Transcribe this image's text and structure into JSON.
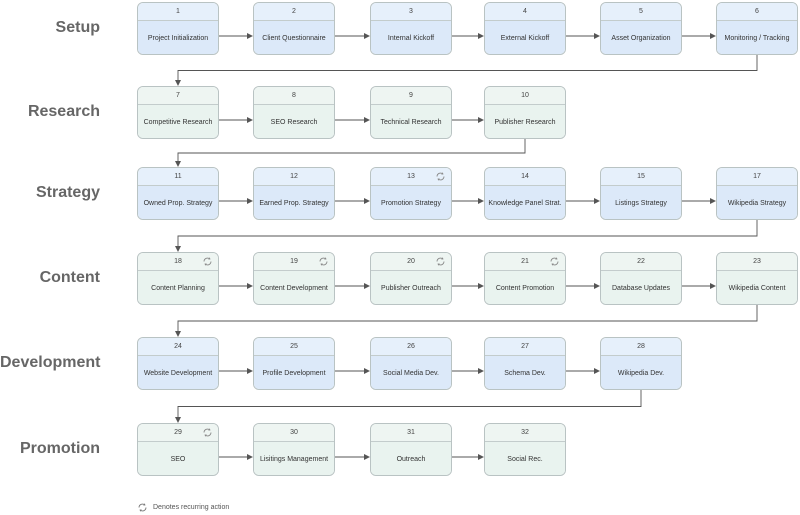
{
  "phases": [
    {
      "label": "Setup",
      "steps": [
        {
          "num": "1",
          "label": "Project Initialization",
          "recurring": false
        },
        {
          "num": "2",
          "label": "Client Questionnaire",
          "recurring": false
        },
        {
          "num": "3",
          "label": "Internal Kickoff",
          "recurring": false
        },
        {
          "num": "4",
          "label": "External Kickoff",
          "recurring": false
        },
        {
          "num": "5",
          "label": "Asset Organization",
          "recurring": false
        },
        {
          "num": "6",
          "label": "Monitoring / Tracking",
          "recurring": false
        }
      ]
    },
    {
      "label": "Research",
      "steps": [
        {
          "num": "7",
          "label": "Competitive Research",
          "recurring": false
        },
        {
          "num": "8",
          "label": "SEO Research",
          "recurring": false
        },
        {
          "num": "9",
          "label": "Technical Research",
          "recurring": false
        },
        {
          "num": "10",
          "label": "Publisher Research",
          "recurring": false
        }
      ]
    },
    {
      "label": "Strategy",
      "steps": [
        {
          "num": "11",
          "label": "Owned Prop. Strategy",
          "recurring": false
        },
        {
          "num": "12",
          "label": "Earned Prop. Strategy",
          "recurring": false
        },
        {
          "num": "13",
          "label": "Promotion Strategy",
          "recurring": true
        },
        {
          "num": "14",
          "label": "Knowledge Panel Strat.",
          "recurring": false
        },
        {
          "num": "15",
          "label": "Listings Strategy",
          "recurring": false
        },
        {
          "num": "17",
          "label": "Wikipedia Strategy",
          "recurring": false
        }
      ]
    },
    {
      "label": "Content",
      "steps": [
        {
          "num": "18",
          "label": "Content Planning",
          "recurring": true
        },
        {
          "num": "19",
          "label": "Content Development",
          "recurring": true
        },
        {
          "num": "20",
          "label": "Publisher Outreach",
          "recurring": true
        },
        {
          "num": "21",
          "label": "Content Promotion",
          "recurring": true
        },
        {
          "num": "22",
          "label": "Database Updates",
          "recurring": false
        },
        {
          "num": "23",
          "label": "Wikipedia Content",
          "recurring": false
        }
      ]
    },
    {
      "label": "Development",
      "steps": [
        {
          "num": "24",
          "label": "Website Development",
          "recurring": false
        },
        {
          "num": "25",
          "label": "Profile Development",
          "recurring": false
        },
        {
          "num": "26",
          "label": "Social Media Dev.",
          "recurring": false
        },
        {
          "num": "27",
          "label": "Schema Dev.",
          "recurring": false
        },
        {
          "num": "28",
          "label": "Wikipedia Dev.",
          "recurring": false
        }
      ]
    },
    {
      "label": "Promotion",
      "steps": [
        {
          "num": "29",
          "label": "SEO",
          "recurring": true
        },
        {
          "num": "30",
          "label": "Lisitings Management",
          "recurring": false
        },
        {
          "num": "31",
          "label": "Outreach",
          "recurring": false
        },
        {
          "num": "32",
          "label": "Social Rec.",
          "recurring": false
        }
      ]
    }
  ],
  "legend": {
    "icon": "recurring-icon",
    "label": "Denotes recurring action"
  },
  "colors": {
    "node_blue": "#dce9f9",
    "node_green": "#e9f3ef",
    "connector": "#555555",
    "phase_text": "#666666"
  }
}
